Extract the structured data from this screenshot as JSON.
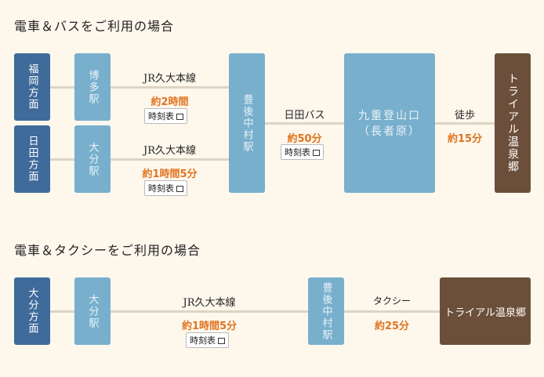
{
  "section1": {
    "title": "電車＆バスをご利用の場合",
    "fukuoka": "福岡方面",
    "hita": "日田方面",
    "hakata": "博多駅",
    "oita_st": "大分駅",
    "bungo": "豊後中村駅",
    "kokonoe": "九重登山口\n（長者原）",
    "kokonoe_l1": "九重登山口",
    "kokonoe_l2": "（長者原）",
    "dest": "トライアル温泉郷",
    "route1": {
      "line": "JR久大本線",
      "time": "約2時間",
      "timetable": "時刻表"
    },
    "route2": {
      "line": "JR久大本線",
      "time": "約1時間5分",
      "timetable": "時刻表"
    },
    "bus": {
      "line": "日田バス",
      "time": "約50分",
      "timetable": "時刻表"
    },
    "walk": {
      "line": "徒歩",
      "time": "約15分"
    }
  },
  "section2": {
    "title": "電車＆タクシーをご利用の場合",
    "oita": "大分方面",
    "oita_st": "大分駅",
    "bungo": "豊後中村駅",
    "dest": "トライアル温泉郷",
    "route": {
      "line": "JR久大本線",
      "time": "約1時間5分",
      "timetable": "時刻表"
    },
    "taxi": {
      "line": "タクシー",
      "time": "約25分"
    }
  }
}
